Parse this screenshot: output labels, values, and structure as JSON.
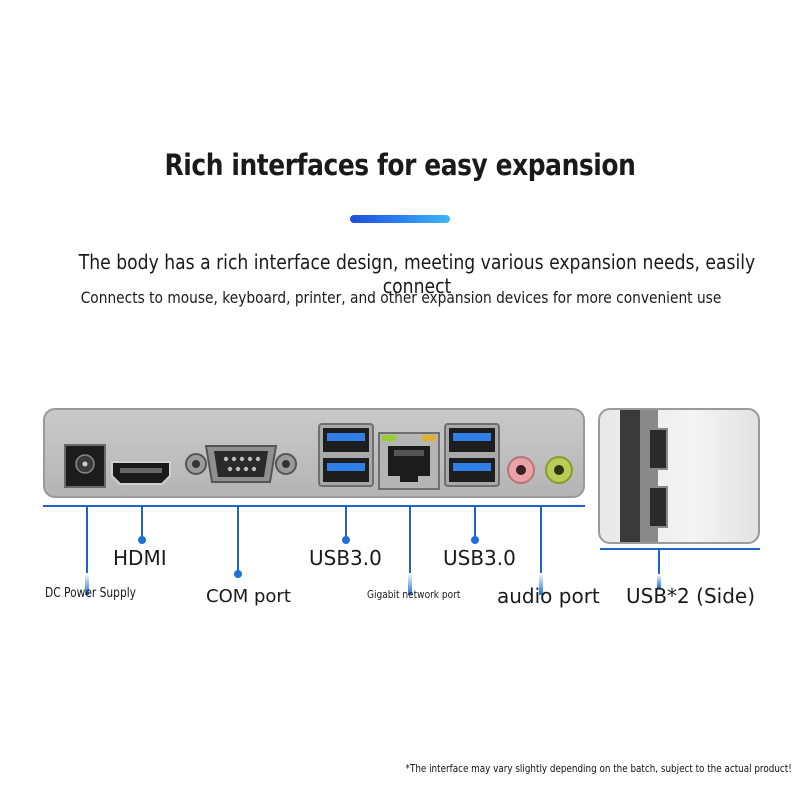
{
  "heading": {
    "title": "Rich interfaces for easy expansion",
    "subtitle_line1": "The body has a rich interface design, meeting various expansion needs, easily connect",
    "subtitle_line2": "Connects to mouse, keyboard, printer, and other expansion devices for more convenient use"
  },
  "ports": {
    "dc_power": "DC Power Supply",
    "hdmi": "HDMI",
    "com": "COM port",
    "usb30_left": "USB3.0",
    "gigabit": "Gigabit network port",
    "usb30_right": "USB3.0",
    "audio": "audio port",
    "side_usb": "USB*2 (Side)"
  },
  "footnote": "*The interface may vary slightly depending on the batch, subject to the actual product!",
  "colors": {
    "accent_blue": "#1e63c9",
    "usb_blue": "#2f7fe6",
    "audio_pink": "#e9a3a8",
    "audio_green": "#b9cc56"
  }
}
